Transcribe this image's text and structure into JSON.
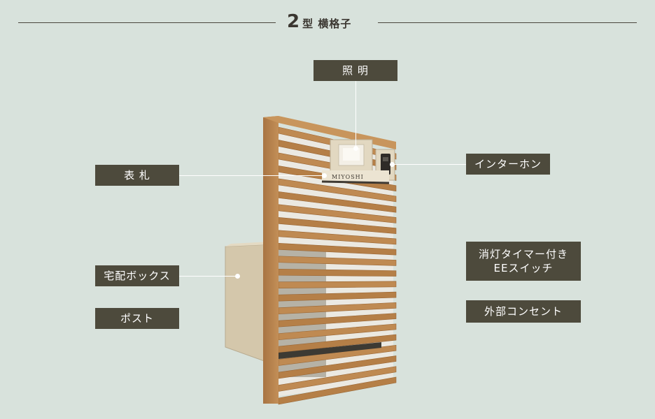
{
  "header": {
    "number": "2",
    "title": "型 横格子"
  },
  "labels": {
    "lighting": "照 明",
    "intercom": "インターホン",
    "nameplate": "表 札",
    "delivery_box": "宅配ボックス",
    "post": "ポスト",
    "ee_switch_line1": "消灯タイマー付き",
    "ee_switch_line2": "EEスイッチ",
    "outlet": "外部コンセント"
  },
  "product": {
    "nameplate_text": "MIYOSHI"
  },
  "colors": {
    "background": "#d8e2dc",
    "label_bg": "#4d4a3c",
    "wood": "#b07c45",
    "box": "#d9cdb3"
  }
}
